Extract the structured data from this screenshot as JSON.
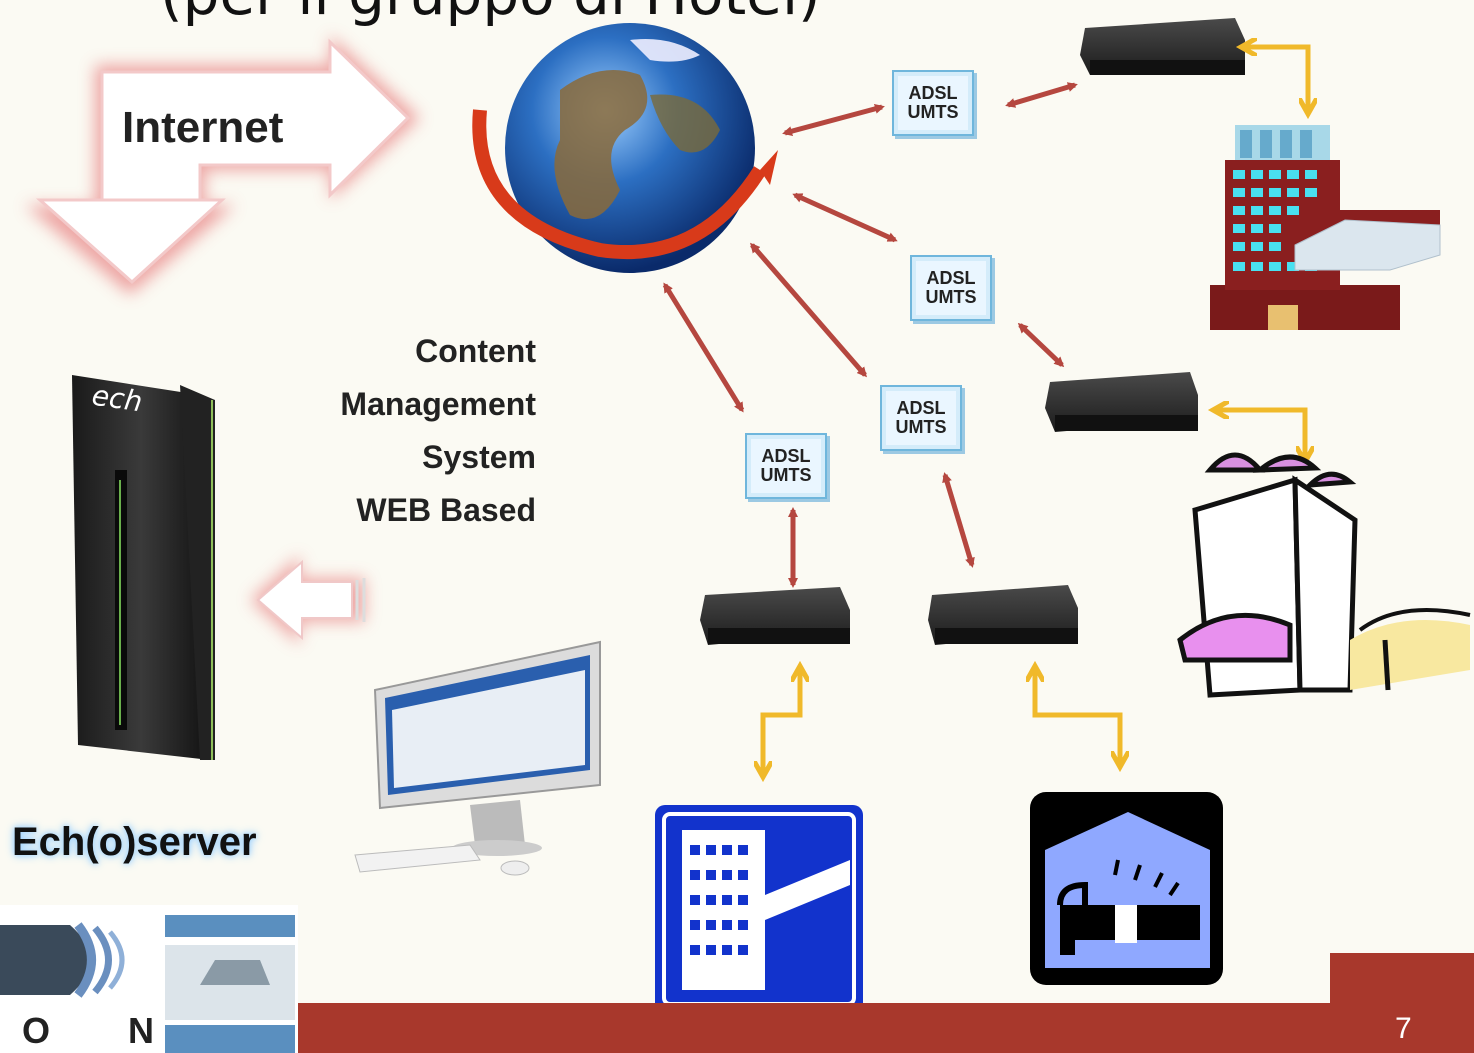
{
  "slide": {
    "title": "(per il gruppo di Hotel)",
    "internet_label": "Internet",
    "cms_lines": [
      "Content",
      "Management",
      "System",
      "WEB Based"
    ],
    "server_label": "Ech(o)server",
    "server_brand": "ech",
    "logo_letters": "O N",
    "page_number": "7"
  },
  "adsl_boxes": [
    {
      "line1": "ADSL",
      "line2": "UMTS"
    },
    {
      "line1": "ADSL",
      "line2": "UMTS"
    },
    {
      "line1": "ADSL",
      "line2": "UMTS"
    },
    {
      "line1": "ADSL",
      "line2": "UMTS"
    }
  ],
  "colors": {
    "background": "#fbfaf3",
    "footer": "#a8382c",
    "network_arrow": "#b5473f",
    "local_arrow": "#f0b92a",
    "adsl_border": "#6fb6dc",
    "icon_blue": "#1233cc"
  }
}
